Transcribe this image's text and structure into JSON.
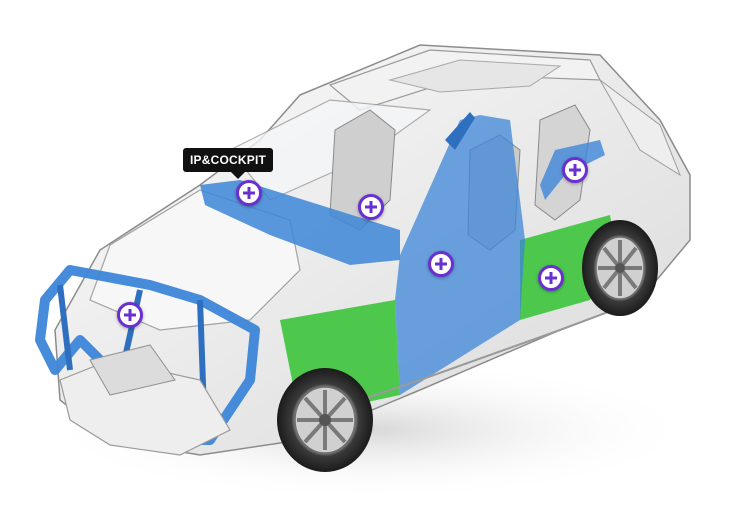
{
  "tooltip": {
    "label": "IP&COCKPIT"
  },
  "hotspots": [
    {
      "id": "ip-cockpit"
    },
    {
      "id": "front-seat"
    },
    {
      "id": "rear-pillar"
    },
    {
      "id": "door-center"
    },
    {
      "id": "rear-door-panel"
    },
    {
      "id": "front-end-module"
    }
  ],
  "colors": {
    "highlight_blue": "#3d86d8",
    "highlight_green": "#3cc43c",
    "hotspot_accent": "#6a2fd0",
    "tooltip_bg": "#111111"
  }
}
